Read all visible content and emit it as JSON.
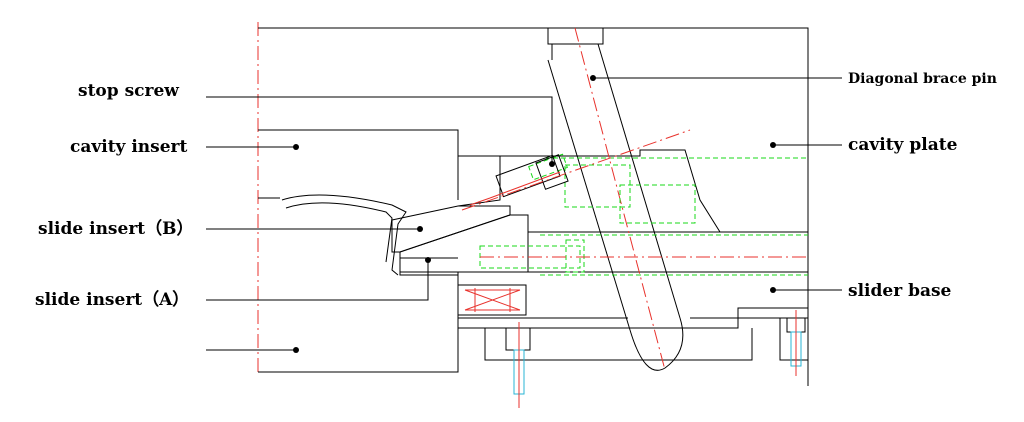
{
  "diagram": {
    "labels": {
      "stop_screw": "stop screw",
      "cavity_insert": "cavity insert",
      "slide_insert_b": "slide insert（B）",
      "slide_insert_a": "slide insert（A）",
      "diagonal_brace_pin": "Diagonal brace pin",
      "cavity_plate": "cavity plate",
      "slider_base": "slider base"
    },
    "colors": {
      "outline": "#000000",
      "centerline": "#e8322c",
      "hidden": "#19d819",
      "screw": "#29b6d6"
    }
  }
}
